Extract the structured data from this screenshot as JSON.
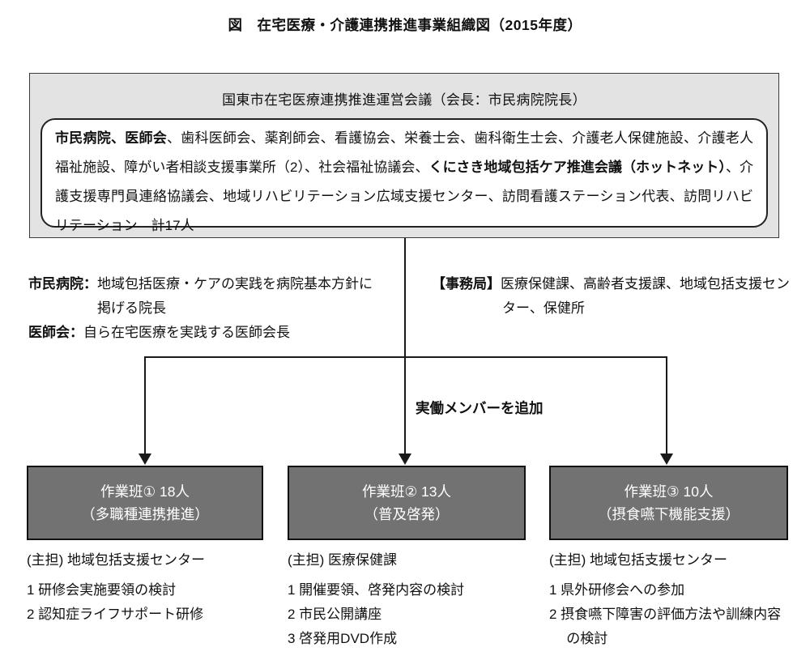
{
  "title": "図　在宅医療・介護連携推進事業組織図（2015年度）",
  "council": {
    "header": "国東市在宅医療連携推進運営会議（会長：市民病院院長）",
    "members": {
      "bold_lead": "市民病院、医師会",
      "mid": "、歯科医師会、薬剤師会、看護協会、栄養士会、歯科衛生士会、介護老人保健施設、介護老人福祉施設、障がい者相談支援事業所（2）、社会福祉協議会、",
      "bold_mid": "くにさき地域包括ケア推進会議（ホットネット）",
      "tail": "、介護支援専門員連絡協議会、地域リハビリテーション広域支援センター、訪問看護ステーション代表、訪問リハビリテーション　計17人"
    }
  },
  "notes_left": {
    "line1_label": "市民病院：",
    "line1_text": "地域包括医療・ケアの実践を病院基本方針に",
    "line2_text": "掲げる院長",
    "line3_label": "医師会：",
    "line3_text": "自ら在宅医療を実践する医師会長"
  },
  "notes_right": {
    "label": "【事務局】",
    "line1": "医療保健課、高齢者支援課、地域包括支援セン",
    "line2": "ター、保健所"
  },
  "arrow_label": "実働メンバーを追加",
  "workgroups": [
    {
      "title": "作業班① 18人",
      "subtitle": "（多職種連携推進）",
      "lead": "(主担) 地域包括支援センター",
      "tasks": [
        "1 研修会実施要領の検討",
        "2 認知症ライフサポート研修"
      ]
    },
    {
      "title": "作業班② 13人",
      "subtitle": "（普及啓発）",
      "lead": "(主担) 医療保健課",
      "tasks": [
        "1 開催要領、啓発内容の検討",
        "2 市民公開講座",
        "3 啓発用DVD作成"
      ]
    },
    {
      "title": "作業班③ 10人",
      "subtitle": "（摂食嚥下機能支援）",
      "lead": "(主担) 地域包括支援センター",
      "tasks": [
        "1 県外研修会への参加",
        "2 摂食嚥下障害の評価方法や訓練内容の検討"
      ]
    }
  ],
  "colors": {
    "council_fill": "#e3e3e3",
    "workgroup_fill": "#727272",
    "line": "#1a1a1a"
  }
}
